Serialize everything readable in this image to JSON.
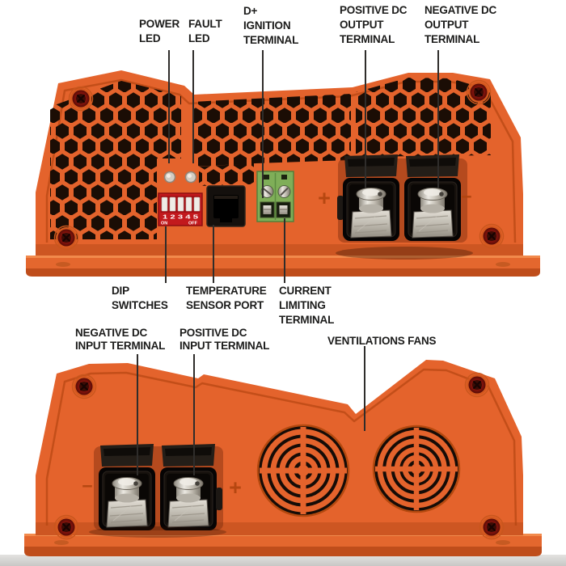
{
  "palette": {
    "body_orange": "#e4632c",
    "groove_orange": "#b0430f",
    "flange_orange": "#e4672e",
    "flange_edge": "#bf4d1b",
    "callout_text": "#1c1c1b",
    "leader_line": "#2f2d2b",
    "dip_red": "#c2191d",
    "terminal_green": "#7fae58",
    "metal_silver": "#d9d5cc",
    "vent_hole": "#1b0d05"
  },
  "top_view": {
    "callouts": {
      "power_led": "POWER\nLED",
      "fault_led": "FAULT\nLED",
      "d_ignition": "D+\nIGNITION\nTERMINAL",
      "positive_dc_output": "POSITIVE DC\nOUTPUT\nTERMINAL",
      "negative_dc_output": "NEGATIVE DC\nOUTPUT\nTERMINAL",
      "dip_switches": "DIP\nSWITCHES",
      "temperature_sensor_port": "TEMPERATURE\nSENSOR PORT",
      "current_limiting_terminal": "CURRENT\nLIMITING\nTERMINAL"
    },
    "dip_switch": {
      "numbers": "1 2 3 4 5",
      "on": "ON",
      "off": "OFF"
    },
    "polarity": {
      "positive": "+",
      "negative": "−"
    }
  },
  "bottom_view": {
    "callouts": {
      "negative_dc_input": "NEGATIVE DC\nINPUT TERMINAL",
      "positive_dc_input": "POSITIVE DC\nINPUT TERMINAL",
      "ventilations_fans": "VENTILATIONS FANS"
    },
    "polarity": {
      "positive": "+",
      "negative": "−"
    }
  }
}
